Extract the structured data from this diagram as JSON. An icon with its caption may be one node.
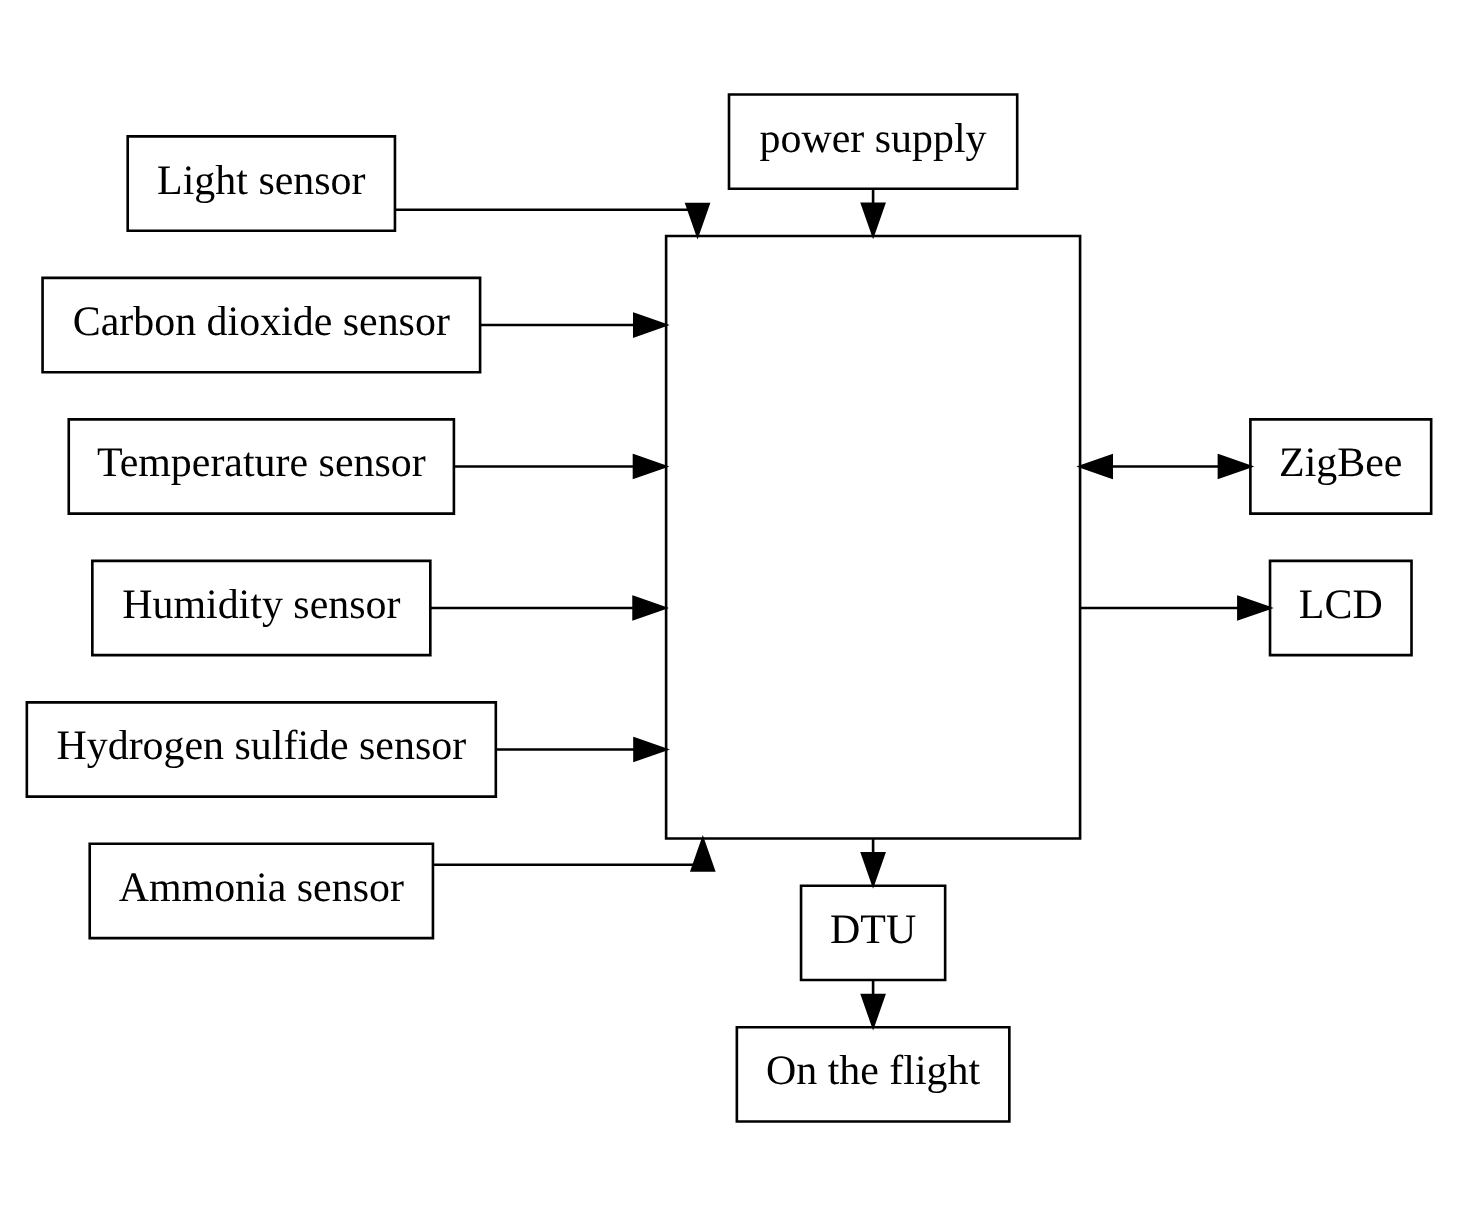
{
  "diagram": {
    "nodes": [
      {
        "text": [
          "On the flight"
        ]
      },
      {
        "text": [
          "DTU"
        ]
      },
      {
        "text": [
          "Light sensor"
        ]
      },
      {
        "text": [
          "Carbon dioxide sensor"
        ]
      },
      {
        "text": [
          "Temperature sensor"
        ]
      },
      {
        "text": [
          "Humidity sensor"
        ]
      },
      {
        "text": [
          "Hydrogen sulfide sensor"
        ]
      },
      {
        "text": [
          "Ammonia sensor"
        ]
      },
      {
        "text": [],
        "shape": "box"
      },
      {
        "text": [
          "ZigBee"
        ]
      },
      {
        "text": [
          "LCD"
        ]
      },
      {
        "text": [
          "power supply"
        ]
      }
    ],
    "edges": [
      {
        "from": 1,
        "to": 0,
        "arrow": "to"
      },
      {
        "from": 8,
        "to": 1,
        "arrow": "to"
      },
      {
        "from": 2,
        "to": 8,
        "arrow": "to"
      },
      {
        "from": 3,
        "to": 8,
        "arrow": "to"
      },
      {
        "from": 4,
        "to": 8,
        "arrow": "to"
      },
      {
        "from": 5,
        "to": 8,
        "arrow": "to"
      },
      {
        "from": 6,
        "to": 8,
        "arrow": "to"
      },
      {
        "from": 7,
        "to": 8,
        "arrow": "to"
      },
      {
        "from": 8,
        "to": 9,
        "arrow": "both"
      },
      {
        "from": 8,
        "to": 10,
        "arrow": "to"
      },
      {
        "from": 11,
        "to": 8,
        "arrow": "to"
      }
    ]
  }
}
